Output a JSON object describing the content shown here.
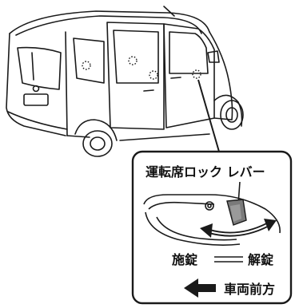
{
  "callout": {
    "title": "運転席ロック レバー",
    "lock_label": "施錠",
    "unlock_label": "解錠",
    "direction_label": "車両前方"
  },
  "icons": {
    "lock_spots": "dotted-circle-icon",
    "front_arrow": "left-arrow-icon",
    "rotation_arrow": "double-arrow-icon"
  },
  "colors": {
    "line": "#1a1a1a",
    "lever_gray": "#7a7a7a",
    "background": "#ffffff"
  }
}
